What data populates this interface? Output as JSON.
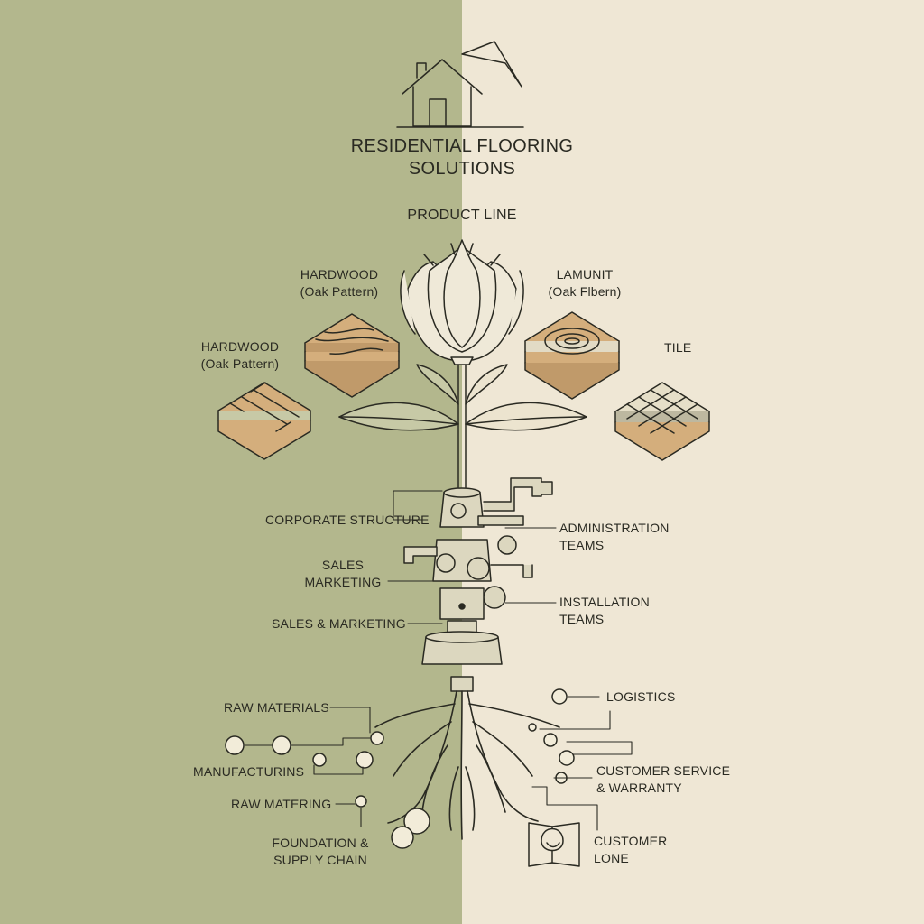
{
  "title": {
    "line1": "RESIDENTIAL FLOORING",
    "line2": "SOLUTIONS"
  },
  "product_line": "PRODUCT LINE",
  "products": {
    "hardwood_top": {
      "name": "HARDWOOD",
      "sub": "(Oak Pattern)"
    },
    "hardwood_left": {
      "name": "HARDWOOD",
      "sub": "(Oak Pattern)"
    },
    "laminate": {
      "name": "LAMUNIT",
      "sub": "(Oak Flbern)"
    },
    "tile": {
      "name": "TILE"
    }
  },
  "structure": {
    "corporate": "CORPORATE STRUCTURE",
    "administration": {
      "line1": "ADMINISTRATION",
      "line2": "TEAMS"
    },
    "sales_marketing_a": {
      "line1": "SALES",
      "line2": "MARKETING"
    },
    "installation": {
      "line1": "INSTALLATION",
      "line2": "TEAMS"
    },
    "sales_marketing_b": "SALES & MARKETING"
  },
  "roots": {
    "raw_materials": "RAW MATERIALS",
    "manufacturing": "MANUFACTURINS",
    "raw_matering": "RAW MATERING",
    "foundation": {
      "line1": "FOUNDATION &",
      "line2": "SUPPLY CHAIN"
    },
    "logistics": "LOGISTICS",
    "customer_service": {
      "line1": "CUSTOMER SERVICE",
      "line2": "& WARRANTY"
    },
    "customer_lone": {
      "line1": "CUSTOMER",
      "line2": "LONE"
    }
  },
  "colors": {
    "left_bg": "#b3b78d",
    "right_bg": "#efe7d5",
    "ink": "#2a2a22",
    "wood": "#d4ae7c"
  }
}
